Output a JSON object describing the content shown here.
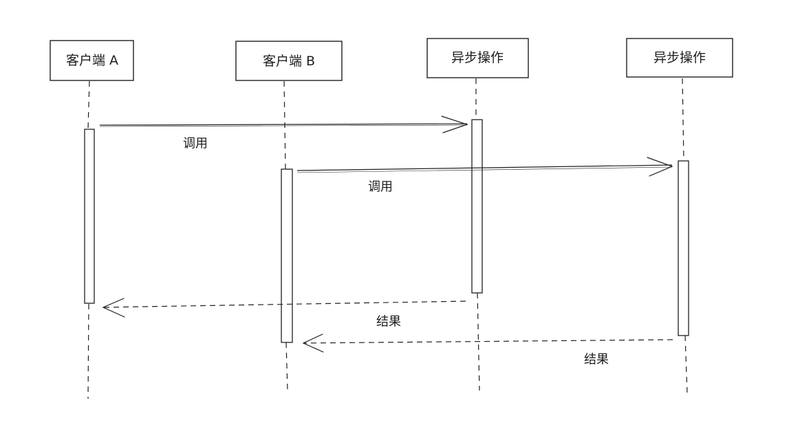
{
  "participants": [
    {
      "id": "client-a",
      "label": "客户端 A"
    },
    {
      "id": "client-b",
      "label": "客户端 B"
    },
    {
      "id": "async-op-1",
      "label": "异步操作"
    },
    {
      "id": "async-op-2",
      "label": "异步操作"
    }
  ],
  "messages": [
    {
      "from": "client-a",
      "to": "async-op-1",
      "label": "调用",
      "style": "solid"
    },
    {
      "from": "client-b",
      "to": "async-op-2",
      "label": "调用",
      "style": "solid"
    },
    {
      "from": "async-op-1",
      "to": "client-a",
      "label": "结果",
      "style": "dashed"
    },
    {
      "from": "async-op-2",
      "to": "client-b",
      "label": "结果",
      "style": "dashed"
    }
  ]
}
